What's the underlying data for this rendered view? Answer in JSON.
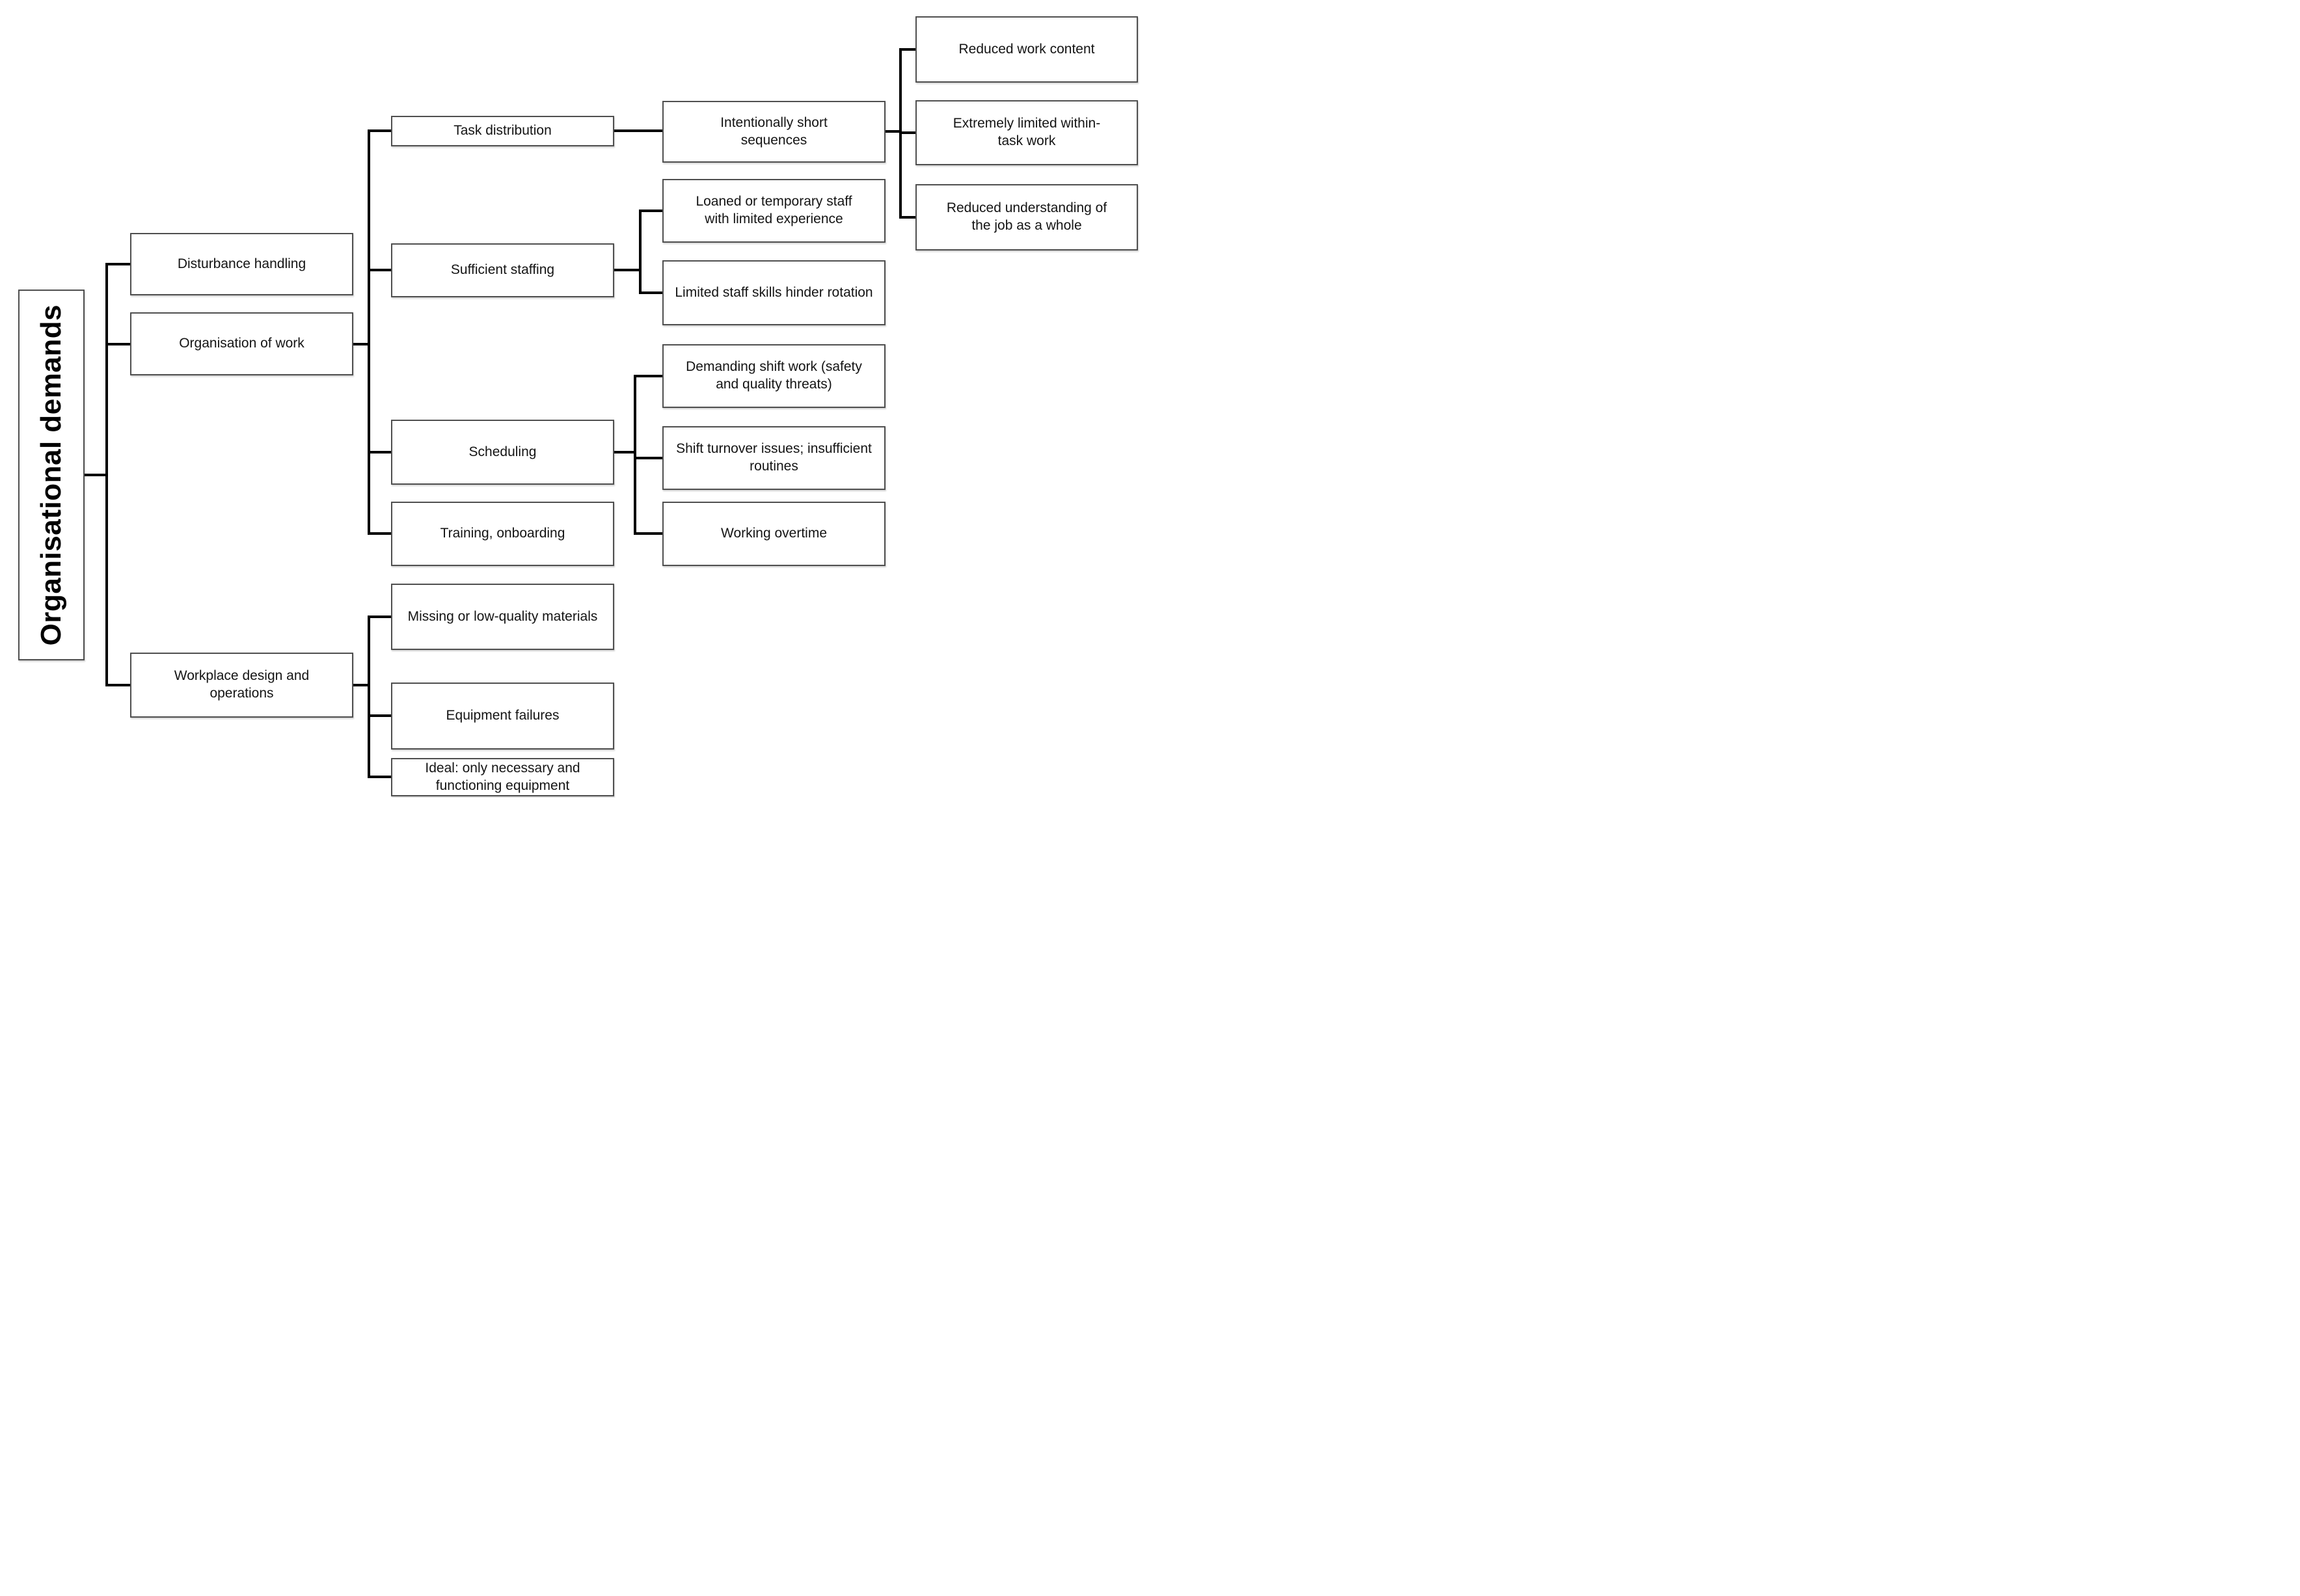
{
  "diagram": {
    "type": "hierarchy-tree",
    "orientation": "left-to-right",
    "colors": {
      "background": "#ffffff",
      "box_fill": "#ffffff",
      "box_border": "#4f4f4f",
      "connector": "#000000",
      "text": "#141414"
    }
  },
  "tree": {
    "root": {
      "label": "Organisational demands",
      "children": [
        {
          "label": "Disturbance handling",
          "children": []
        },
        {
          "label": "Organisation of work",
          "children": [
            {
              "label": "Task distribution",
              "children": [
                {
                  "label": "Intentionally short sequences",
                  "children": [
                    {
                      "label": "Reduced work content"
                    },
                    {
                      "label": "Extremely limited within-task work"
                    },
                    {
                      "label": "Reduced understanding of the job as a whole"
                    }
                  ]
                }
              ]
            },
            {
              "label": "Sufficient staffing",
              "children": [
                {
                  "label": "Loaned or temporary staff with limited experience"
                },
                {
                  "label": "Limited staff skills hinder rotation"
                }
              ]
            },
            {
              "label": "Scheduling",
              "children": [
                {
                  "label": "Demanding shift work (safety and quality threats)"
                },
                {
                  "label": "Shift turnover issues; insufficient routines"
                },
                {
                  "label": "Working overtime"
                }
              ]
            },
            {
              "label": "Training, onboarding",
              "children": []
            }
          ]
        },
        {
          "label": "Workplace design and operations",
          "children": [
            {
              "label": "Missing or low-quality materials"
            },
            {
              "label": "Equipment failures"
            },
            {
              "label": "Ideal: only necessary and functioning equipment"
            }
          ]
        }
      ]
    }
  }
}
